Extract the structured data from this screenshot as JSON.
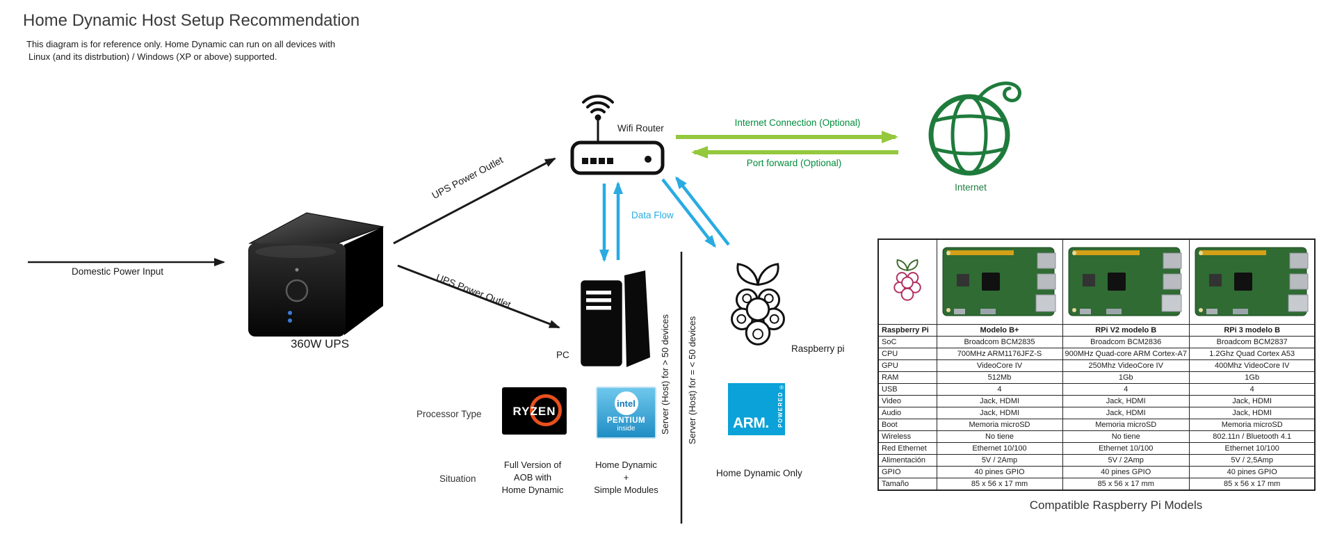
{
  "header": {
    "title": "Home Dynamic Host Setup Recommendation",
    "subtitle1": "This diagram is for reference only. Home Dynamic can run on all devices with",
    "subtitle2": "Linux (and its distrbution) / Windows (XP or above) supported."
  },
  "diagram": {
    "domestic_power_label": "Domestic Power Input",
    "ups_label": "360W UPS",
    "ups_outlet_top_label": "UPS Power Outlet",
    "ups_outlet_bottom_label": "UPS Power Outlet",
    "wifi_router_label": "Wifi Router",
    "internet_label": "Internet",
    "internet_connection_label": "Internet Connection (Optional)",
    "port_forward_label": "Port forward (Optional)",
    "data_flow_label": "Data Flow",
    "pc_label": "PC",
    "raspberry_label": "Raspberry pi",
    "server_gt_label": "Server (Host) for > 50 devices",
    "server_lte_label": "Server (Host) for = < 50 devices",
    "processor_type_label": "Processor Type",
    "situation_label": "Situation",
    "situation_pc1": [
      "Full Version of",
      "AOB with",
      "Home Dynamic"
    ],
    "situation_pc2": [
      "Home Dynamic",
      "+",
      "Simple Modules"
    ],
    "situation_rpi_label": "Home Dynamic Only"
  },
  "logos": {
    "ryzen_text": "RYZEN",
    "intel_text": "intel",
    "pentium_text": "PENTIUM",
    "inside_text": "inside",
    "arm_text": "ARM.",
    "arm_powered_text": "POWERED",
    "arm_reg": "®"
  },
  "colors": {
    "blue": "#29ABE2",
    "greenArrow": "#94C83D",
    "greenText": "#008C3A",
    "internetGreen": "#1E7B3C",
    "armBlue": "#0AA2D8",
    "intelBlue": "#1278B8",
    "ryzenOrange": "#E8501E",
    "piGreen": "#2F6B33"
  },
  "table": {
    "caption": "Compatible Raspberry Pi Models",
    "rows": [
      {
        "label": "Raspberry Pi",
        "values": [
          "Modelo B+",
          "RPi V2 modelo B",
          "RPi 3 modelo B"
        ]
      },
      {
        "label": "SoC",
        "values": [
          "Broadcom BCM2835",
          "Broadcom BCM2836",
          "Broadcom BCM2837"
        ]
      },
      {
        "label": "CPU",
        "values": [
          "700MHz ARM1176JFZ-S",
          "900MHz Quad-core ARM Cortex-A7",
          "1.2Ghz Quad Cortex A53"
        ]
      },
      {
        "label": "GPU",
        "values": [
          "VideoCore IV",
          "250Mhz VideoCore IV",
          "400Mhz VideoCore IV"
        ]
      },
      {
        "label": "RAM",
        "values": [
          "512Mb",
          "1Gb",
          "1Gb"
        ]
      },
      {
        "label": "USB",
        "values": [
          "4",
          "4",
          "4"
        ]
      },
      {
        "label": "Video",
        "values": [
          "Jack, HDMI",
          "Jack, HDMI",
          "Jack, HDMI"
        ]
      },
      {
        "label": "Audio",
        "values": [
          "Jack, HDMI",
          "Jack, HDMI",
          "Jack, HDMI"
        ]
      },
      {
        "label": "Boot",
        "values": [
          "Memoria microSD",
          "Memoria microSD",
          "Memoria microSD"
        ]
      },
      {
        "label": "Wireless",
        "values": [
          "No tiene",
          "No tiene",
          "802.11n / Bluetooth 4.1"
        ]
      },
      {
        "label": "Red Ethernet",
        "values": [
          "Ethernet 10/100",
          "Ethernet 10/100",
          "Ethernet 10/100"
        ]
      },
      {
        "label": "Alimentación",
        "values": [
          "5V / 2Amp",
          "5V / 2Amp",
          "5V / 2,5Amp"
        ]
      },
      {
        "label": "GPIO",
        "values": [
          "40 pines GPIO",
          "40 pines GPIO",
          "40 pines GPIO"
        ]
      },
      {
        "label": "Tamaño",
        "values": [
          "85 x 56 x 17 mm",
          "85 x 56 x 17 mm",
          "85 x 56 x 17 mm"
        ]
      }
    ]
  }
}
